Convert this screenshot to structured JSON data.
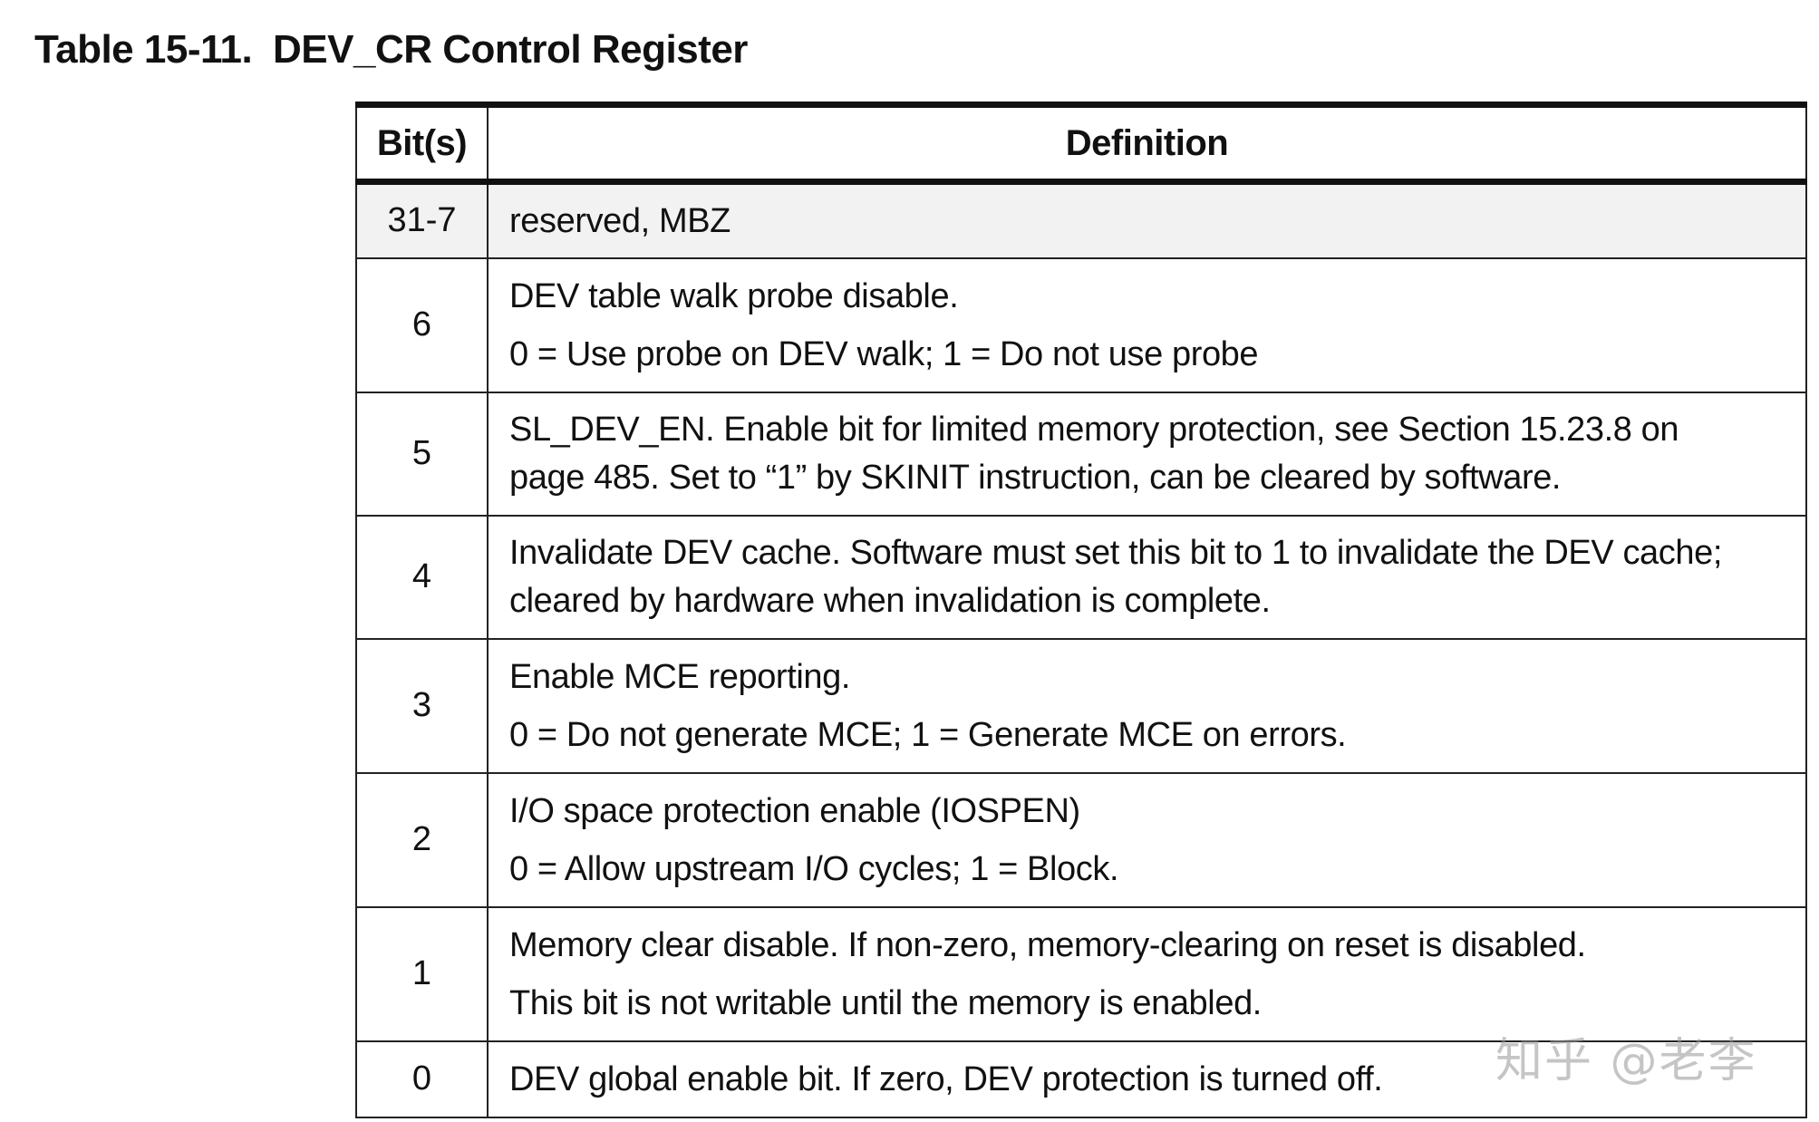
{
  "caption": {
    "number": "Table 15-11.",
    "title": "DEV_CR Control Register"
  },
  "table": {
    "headers": [
      "Bit(s)",
      "Definition"
    ],
    "rows": [
      {
        "bits": "31-7",
        "lines": [
          "reserved, MBZ"
        ]
      },
      {
        "bits": "6",
        "lines": [
          "DEV table walk probe disable.",
          "0 = Use probe on DEV walk; 1 = Do not use probe"
        ]
      },
      {
        "bits": "5",
        "lines": [
          "SL_DEV_EN. Enable bit for limited memory protection, see Section 15.23.8 on",
          "page 485. Set to “1” by SKINIT instruction, can be cleared by software."
        ]
      },
      {
        "bits": "4",
        "lines": [
          "Invalidate DEV cache. Software must set this bit to 1 to invalidate the DEV cache;",
          "cleared by hardware when invalidation is complete."
        ]
      },
      {
        "bits": "3",
        "lines": [
          "Enable MCE reporting.",
          "0 = Do not generate MCE; 1 = Generate MCE on errors."
        ]
      },
      {
        "bits": "2",
        "lines": [
          "I/O space protection enable (IOSPEN)",
          "0 = Allow upstream I/O cycles; 1 = Block."
        ]
      },
      {
        "bits": "1",
        "lines": [
          "Memory clear disable. If non-zero, memory-clearing on reset is disabled.",
          "This bit is not writable until the memory is enabled."
        ]
      },
      {
        "bits": "0",
        "lines": [
          "DEV global enable bit. If zero, DEV protection is turned off."
        ]
      }
    ]
  },
  "watermark": "知乎 @老李"
}
